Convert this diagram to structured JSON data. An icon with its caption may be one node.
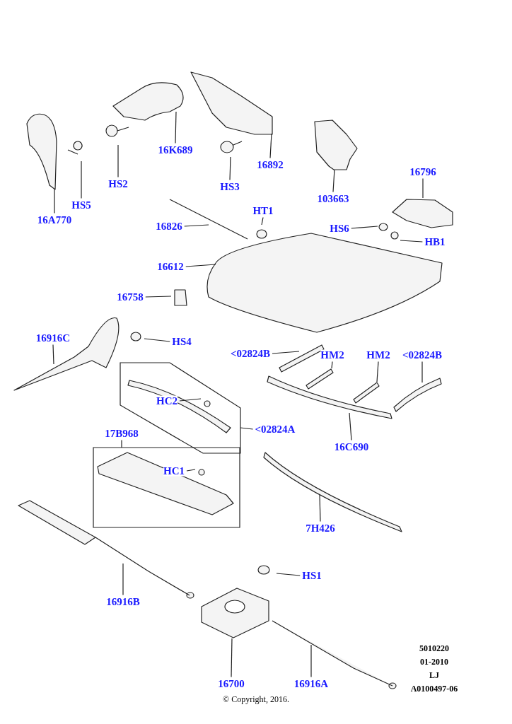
{
  "diagram": {
    "nodes": [
      {
        "text": [
          "16A770"
        ]
      },
      {
        "text": [
          "HS5"
        ]
      },
      {
        "text": [
          "HS2"
        ]
      },
      {
        "text": [
          "16K689"
        ]
      },
      {
        "text": [
          "HS3"
        ]
      },
      {
        "text": [
          "16892"
        ]
      },
      {
        "text": [
          "103663"
        ]
      },
      {
        "text": [
          "16796"
        ]
      },
      {
        "text": [
          "16826"
        ]
      },
      {
        "text": [
          "HT1"
        ]
      },
      {
        "text": [
          "HS6"
        ]
      },
      {
        "text": [
          "HB1"
        ]
      },
      {
        "text": [
          "16612"
        ]
      },
      {
        "text": [
          "16758"
        ]
      },
      {
        "text": [
          "16916C"
        ]
      },
      {
        "text": [
          "HS4"
        ]
      },
      {
        "text": [
          "<02824B"
        ]
      },
      {
        "text": [
          "HM2"
        ]
      },
      {
        "text": [
          "HM2"
        ]
      },
      {
        "text": [
          "<02824B"
        ]
      },
      {
        "text": [],
        "shape": "box"
      },
      {
        "text": [
          "HC2"
        ],
        "in": 20
      },
      {
        "text": [
          "<02824A"
        ]
      },
      {
        "text": [
          "16C690"
        ]
      },
      {
        "text": [
          "17B968"
        ]
      },
      {
        "text": [],
        "shape": "box"
      },
      {
        "text": [
          "HC1"
        ],
        "in": 25
      },
      {
        "text": [
          "7H426"
        ]
      },
      {
        "text": [
          "HS1"
        ]
      },
      {
        "text": [
          "16916B"
        ]
      },
      {
        "text": [
          "16700"
        ]
      },
      {
        "text": [
          "16916A"
        ]
      }
    ],
    "edges": [
      {
        "from": 0,
        "to": null,
        "arrow": "none"
      },
      {
        "from": 1,
        "to": null,
        "arrow": "none"
      },
      {
        "from": 2,
        "to": null,
        "arrow": "none"
      },
      {
        "from": 3,
        "to": null,
        "arrow": "none"
      },
      {
        "from": 4,
        "to": null,
        "arrow": "none"
      },
      {
        "from": 5,
        "to": null,
        "arrow": "none"
      },
      {
        "from": 6,
        "to": null,
        "arrow": "none"
      },
      {
        "from": 7,
        "to": null,
        "arrow": "none"
      },
      {
        "from": 8,
        "to": null,
        "arrow": "none"
      },
      {
        "from": 9,
        "to": null,
        "arrow": "none"
      },
      {
        "from": 10,
        "to": null,
        "arrow": "none"
      },
      {
        "from": 11,
        "to": null,
        "arrow": "none"
      },
      {
        "from": 12,
        "to": null,
        "arrow": "none"
      },
      {
        "from": 13,
        "to": null,
        "arrow": "none"
      },
      {
        "from": 14,
        "to": null,
        "arrow": "none"
      },
      {
        "from": 15,
        "to": null,
        "arrow": "none"
      },
      {
        "from": 16,
        "to": null,
        "arrow": "none"
      },
      {
        "from": 17,
        "to": null,
        "arrow": "none"
      },
      {
        "from": 18,
        "to": null,
        "arrow": "none"
      },
      {
        "from": 19,
        "to": null,
        "arrow": "none"
      },
      {
        "from": 21,
        "to": null,
        "arrow": "none"
      },
      {
        "from": 22,
        "to": 20,
        "arrow": "none"
      },
      {
        "from": 23,
        "to": null,
        "arrow": "none"
      },
      {
        "from": 24,
        "to": 25,
        "arrow": "none"
      },
      {
        "from": 26,
        "to": null,
        "arrow": "none"
      },
      {
        "from": 27,
        "to": null,
        "arrow": "none"
      },
      {
        "from": 28,
        "to": null,
        "arrow": "none"
      },
      {
        "from": 29,
        "to": null,
        "arrow": "none"
      },
      {
        "from": 30,
        "to": null,
        "arrow": "none"
      },
      {
        "from": 31,
        "to": null,
        "arrow": "none"
      }
    ],
    "labels": [
      "5010220",
      "01-2010",
      "LJ",
      "A0100497-06",
      "© Copyright, 2016."
    ]
  }
}
